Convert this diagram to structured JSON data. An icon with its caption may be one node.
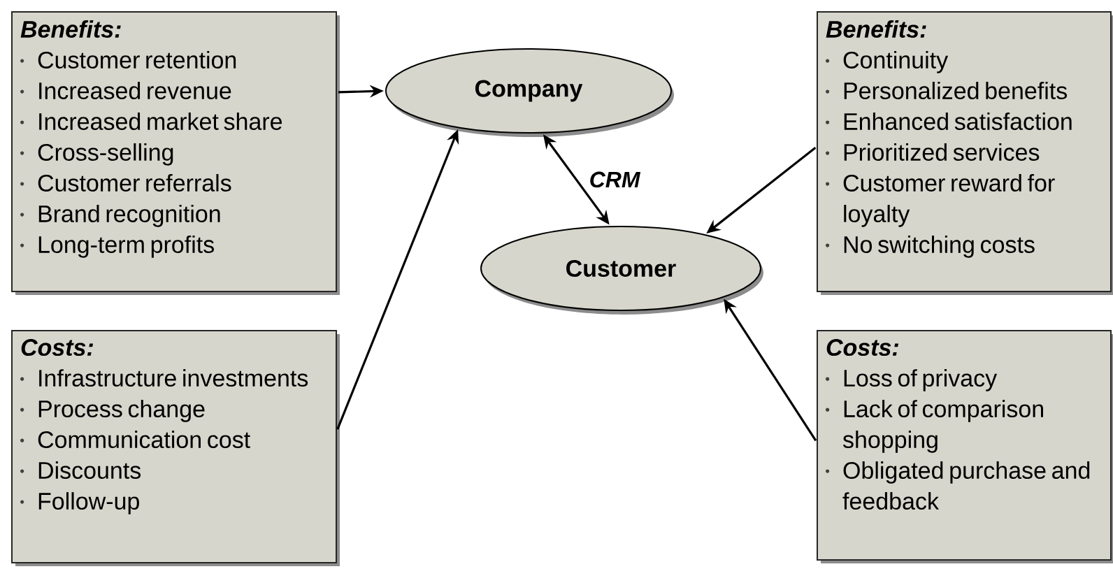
{
  "diagram": {
    "nodes": [
      {
        "text": [
          "Benefits:",
          "Customer retention",
          "Increased revenue",
          "Increased market share",
          "Cross-selling",
          "Customer referrals",
          "Brand recognition",
          "Long-term profits"
        ]
      },
      {
        "text": [
          "Company"
        ]
      },
      {
        "text": [
          "Benefits:",
          "Continuity",
          "Personalized benefits",
          "Enhanced satisfaction",
          "Prioritized services",
          "Customer reward for loyalty",
          "No switching costs"
        ]
      },
      {
        "text": [
          "Customer"
        ]
      },
      {
        "text": [
          "Costs:",
          "Infrastructure investments",
          "Process change",
          "Communication cost",
          "Discounts",
          "Follow-up"
        ]
      },
      {
        "text": [
          "Costs:",
          "Loss of privacy",
          "Lack of comparison shopping",
          "Obligated purchase and feedback"
        ]
      }
    ],
    "edges": [
      {
        "from": 0,
        "to": 1,
        "arrow": "to"
      },
      {
        "from": 4,
        "to": 1,
        "arrow": "to"
      },
      {
        "from": 1,
        "to": 3,
        "arrow": "both",
        "label": "CRM"
      },
      {
        "from": 2,
        "to": 3,
        "arrow": "to"
      },
      {
        "from": 5,
        "to": 3,
        "arrow": "to"
      }
    ]
  }
}
